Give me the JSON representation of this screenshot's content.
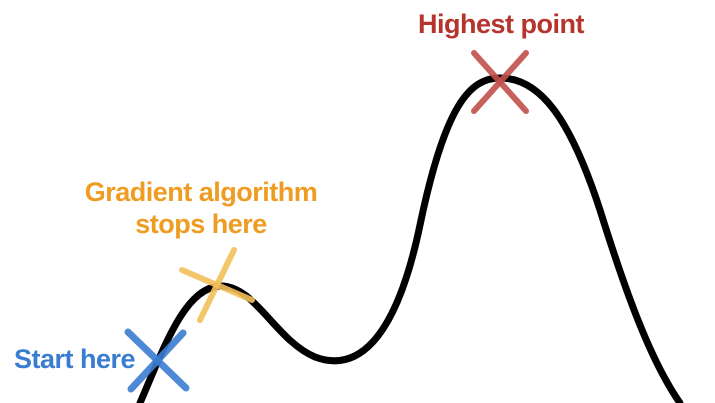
{
  "labels": {
    "highest_point": "Highest point",
    "gradient_stop_line1": "Gradient algorithm",
    "gradient_stop_line2": "stops here",
    "start_here": "Start here"
  },
  "colors": {
    "curve": "#000000",
    "highest_marker": "#c0504a",
    "highest_label": "#b5342c",
    "gradient_marker": "#f2c05a",
    "gradient_label": "#ee9c22",
    "start_marker": "#3a7dd0",
    "start_label": "#3a7dd0",
    "background": "#ffffff"
  },
  "markers": [
    {
      "name": "start-marker",
      "shape": "x-cross"
    },
    {
      "name": "local-max-marker",
      "shape": "x-cross"
    },
    {
      "name": "global-max-marker",
      "shape": "x-cross"
    }
  ]
}
